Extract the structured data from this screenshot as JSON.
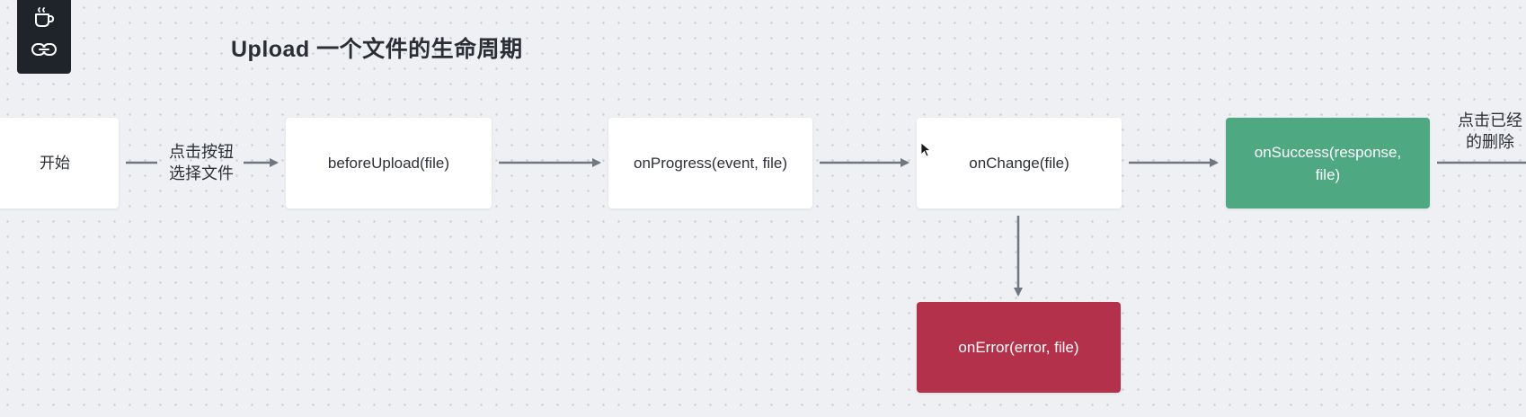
{
  "toolbar": {
    "tools": [
      {
        "icon": "coffee-cup-icon"
      },
      {
        "icon": "link-icon"
      }
    ]
  },
  "diagram": {
    "title": "Upload 一个文件的生命周期",
    "nodes": {
      "start": "开始",
      "before_upload": "beforeUpload(file)",
      "on_progress": "onProgress(event, file)",
      "on_change": "onChange(file)",
      "on_success": "onSuccess(response, file)",
      "on_error": "onError(error, file)"
    },
    "edge_labels": {
      "select_file": "点击按钮\n选择文件",
      "click_delete": "点击已经\n的删除"
    },
    "colors": {
      "success": "#4ea882",
      "error": "#b3314a",
      "arrow": "#707780"
    }
  }
}
